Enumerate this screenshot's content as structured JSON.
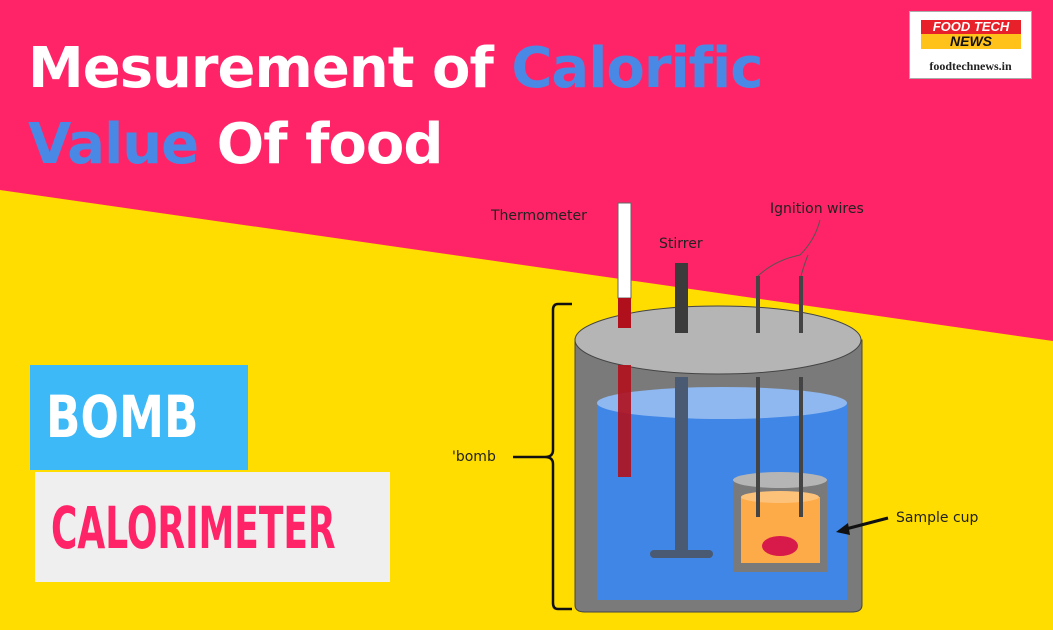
{
  "title": {
    "line1_a": "Mesurement of ",
    "line1_b": "Calorific",
    "line2_a": "Value",
    "line2_b": " Of food"
  },
  "logo": {
    "line1": "FOOD TECH",
    "line2": "NEWS",
    "site": "foodtechnews.in"
  },
  "badges": {
    "bomb": "BOMB",
    "calorimeter": "CALORIMETER"
  },
  "diagram": {
    "thermometer": "Thermometer",
    "stirrer": "Stirrer",
    "ignition_wires": "Ignition wires",
    "bomb": "'bomb",
    "sample_cup": "Sample cup"
  },
  "colors": {
    "pink": "#ff2468",
    "yellow": "#ffdd00",
    "blue": "#4a88e6",
    "water": "#3f86e6"
  }
}
